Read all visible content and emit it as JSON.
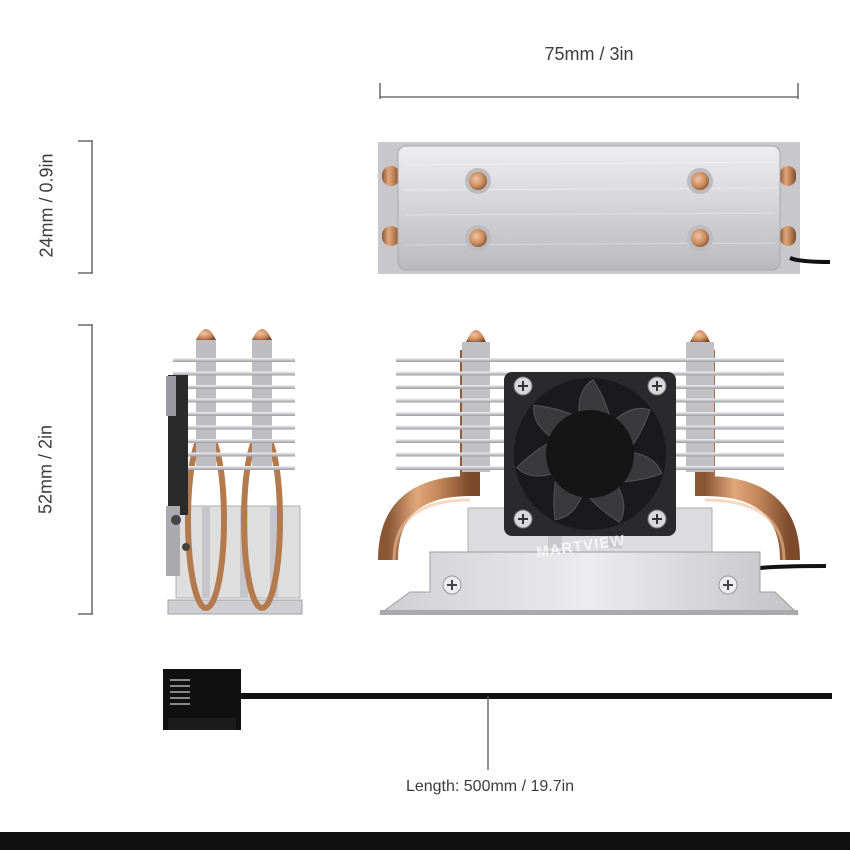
{
  "dimensions": {
    "width_label": "75mm / 3in",
    "height_top_label": "24mm / 0.9in",
    "height_side_label": "52mm / 2in",
    "cable_length_label": "Length: 500mm / 19.7in"
  },
  "watermark": {
    "text": "MARTVIEW"
  },
  "colors": {
    "aluminum": "#d9d9dc",
    "copper": "#c58a5c",
    "fan": "#222222",
    "dimension_line": "#555555",
    "bottom_bar": "#111111"
  }
}
